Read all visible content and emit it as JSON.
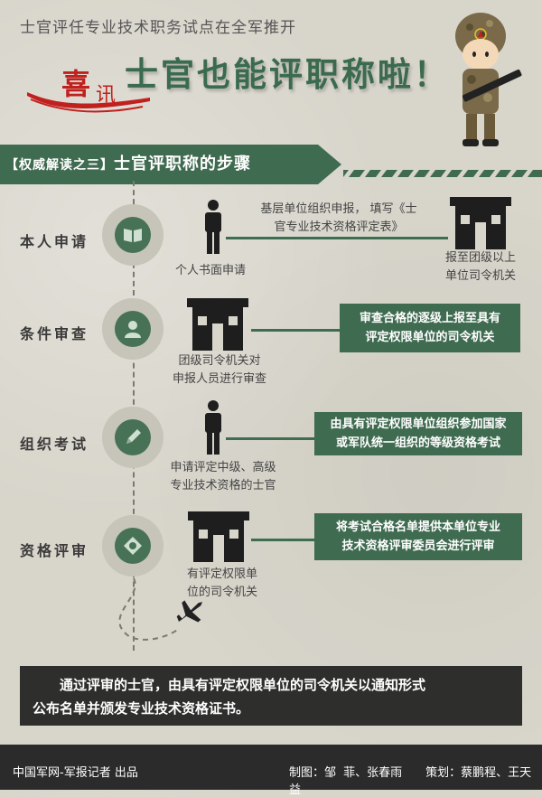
{
  "header": {
    "subtitle": "士官评任专业技术职务试点在全军推开",
    "title": "士官也能评职称啦！",
    "brand_char1": "喜",
    "brand_char2": "讯"
  },
  "banner": {
    "tag": "【权威解读之三】",
    "title": "士官评职称的步骤"
  },
  "steps": [
    {
      "label": "本人申请",
      "icon": "book-icon",
      "caption": [
        "个人书面申请"
      ],
      "note": [
        "基层单位组织申报， 填写《士",
        "官专业技术资格评定表》"
      ],
      "target": [
        "报至团级以上",
        "单位司令机关"
      ]
    },
    {
      "label": "条件审查",
      "icon": "person-icon",
      "caption": [
        "团级司令机关对",
        "申报人员进行审查"
      ],
      "box": [
        "审查合格的逐级上报至具有",
        "评定权限单位的司令机关"
      ]
    },
    {
      "label": "组织考试",
      "icon": "pencil-icon",
      "caption": [
        "申请评定中级、高级",
        "专业技术资格的士官"
      ],
      "box": [
        "由具有评定权限单位组织参加国家",
        "或军队统一组织的等级资格考试"
      ]
    },
    {
      "label": "资格评审",
      "icon": "emblem-icon",
      "caption": [
        "有评定权限单",
        "位的司令机关"
      ],
      "box": [
        "将考试合格名单提供本单位专业",
        "技术资格评审委员会进行评审"
      ]
    }
  ],
  "final": [
    "　　通过评审的士官，由具有评定权限单位的司令机关以通知形式",
    "公布名单并颁发专业技术资格证书。"
  ],
  "footer": {
    "left": "中国军网-军报记者 出品",
    "right": "制图：邹 菲、张春雨　　策划：蔡鹏程、王天益"
  },
  "colors": {
    "green": "#3f6b50",
    "dark": "#2b2b2b",
    "red": "#c0201e"
  }
}
